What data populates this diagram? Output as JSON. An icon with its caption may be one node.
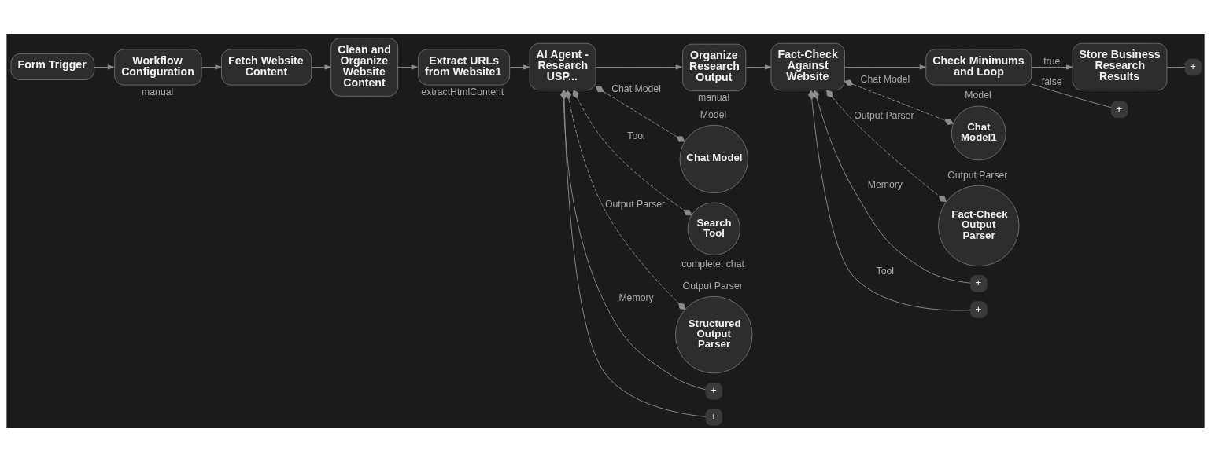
{
  "diagram": {
    "nodes": [
      {
        "text": [
          "Form Trigger"
        ]
      },
      {
        "text": [
          "Workflow Configuration"
        ],
        "beside": [
          "manual"
        ]
      },
      {
        "text": [
          "Fetch Website Content"
        ]
      },
      {
        "text": [
          "Clean and Organize Website Content"
        ]
      },
      {
        "text": [
          "Extract URLs from Website1"
        ],
        "beside": [
          "extractHtmlContent"
        ]
      },
      {
        "text": [
          "AI Agent - Research USP..."
        ]
      },
      {
        "text": [
          "Chat Model"
        ],
        "beside": [
          "Model"
        ]
      },
      {
        "text": [
          "Search Tool"
        ],
        "beside": [
          "complete: chat"
        ]
      },
      {
        "text": [
          "Structured Output Parser"
        ],
        "beside": [
          "Output Parser"
        ]
      },
      {
        "text": [
          "Organize Research Output"
        ],
        "beside": [
          "manual"
        ]
      },
      {
        "text": [
          "Fact-Check Against Website"
        ]
      },
      {
        "text": [
          "Chat Model1"
        ],
        "beside": [
          "Model"
        ]
      },
      {
        "text": [
          "Fact-Check Output Parser"
        ],
        "beside": [
          "Output Parser"
        ]
      },
      {
        "text": [
          "Check Minimums and Loop"
        ]
      },
      {
        "text": [
          "Store Business Research Results"
        ]
      },
      {
        "text": [
          "+"
        ]
      },
      {
        "text": [
          "+"
        ]
      },
      {
        "text": [
          "+"
        ]
      },
      {
        "text": [
          "+"
        ]
      },
      {
        "text": [
          "+"
        ]
      },
      {
        "text": [
          "+"
        ]
      }
    ],
    "edges": [
      {
        "from": 0,
        "to": 1,
        "arrow": "to"
      },
      {
        "from": 1,
        "to": 2,
        "arrow": "to"
      },
      {
        "from": 2,
        "to": 3,
        "arrow": "to"
      },
      {
        "from": 3,
        "to": 4,
        "arrow": "to"
      },
      {
        "from": 4,
        "to": 5,
        "arrow": "to"
      },
      {
        "from": 5,
        "to": 6,
        "arrow": "other",
        "label": "Chat Model",
        "style": "dashed"
      },
      {
        "from": 5,
        "to": 15,
        "arrow": "other",
        "label": "Memory"
      },
      {
        "from": 5,
        "to": 7,
        "arrow": "other",
        "label": "Tool",
        "style": "dashed"
      },
      {
        "from": 5,
        "to": 16,
        "arrow": "other"
      },
      {
        "from": 5,
        "to": 8,
        "arrow": "other",
        "label": "Output Parser",
        "style": "dashed"
      },
      {
        "from": 5,
        "to": 9,
        "arrow": "to"
      },
      {
        "from": 9,
        "to": 10,
        "arrow": "to"
      },
      {
        "from": 10,
        "to": 11,
        "arrow": "other",
        "label": "Chat Model",
        "style": "dashed"
      },
      {
        "from": 10,
        "to": 17,
        "arrow": "other",
        "label": "Memory"
      },
      {
        "from": 10,
        "to": 18,
        "arrow": "other",
        "label": "Tool"
      },
      {
        "from": 10,
        "to": 12,
        "arrow": "other",
        "label": "Output Parser",
        "style": "dashed"
      },
      {
        "from": 10,
        "to": 13,
        "arrow": "to"
      },
      {
        "from": 13,
        "to": 14,
        "arrow": "to",
        "label": "true"
      },
      {
        "from": 13,
        "to": 19,
        "arrow": "none",
        "label": "false"
      },
      {
        "from": 14,
        "to": 20,
        "arrow": "none"
      }
    ]
  }
}
